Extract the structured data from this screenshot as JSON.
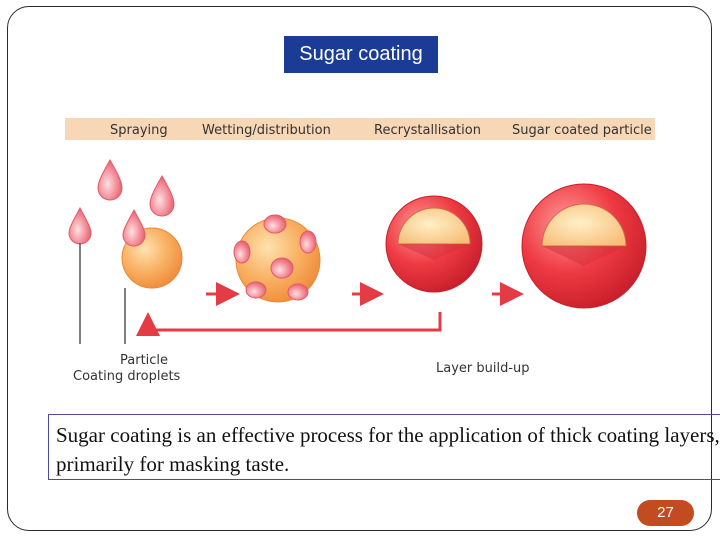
{
  "title": "Sugar coating",
  "diagram": {
    "steps": [
      "Spraying",
      "Wetting/distribution",
      "Recrystallisation",
      "Sugar coated particle"
    ],
    "labels": {
      "particle": "Particle",
      "coating_droplets": "Coating droplets",
      "layer_buildup": "Layer build-up"
    },
    "colors": {
      "header_band": "#f7d7b5",
      "particle": "#f7a04a",
      "droplet": "#ee6474",
      "coating": "#e53b45",
      "arrow": "#e53b45"
    }
  },
  "caption": "Sugar coating is an effective process for the application of thick coating layers, primarily for masking taste.",
  "page_number": "27"
}
